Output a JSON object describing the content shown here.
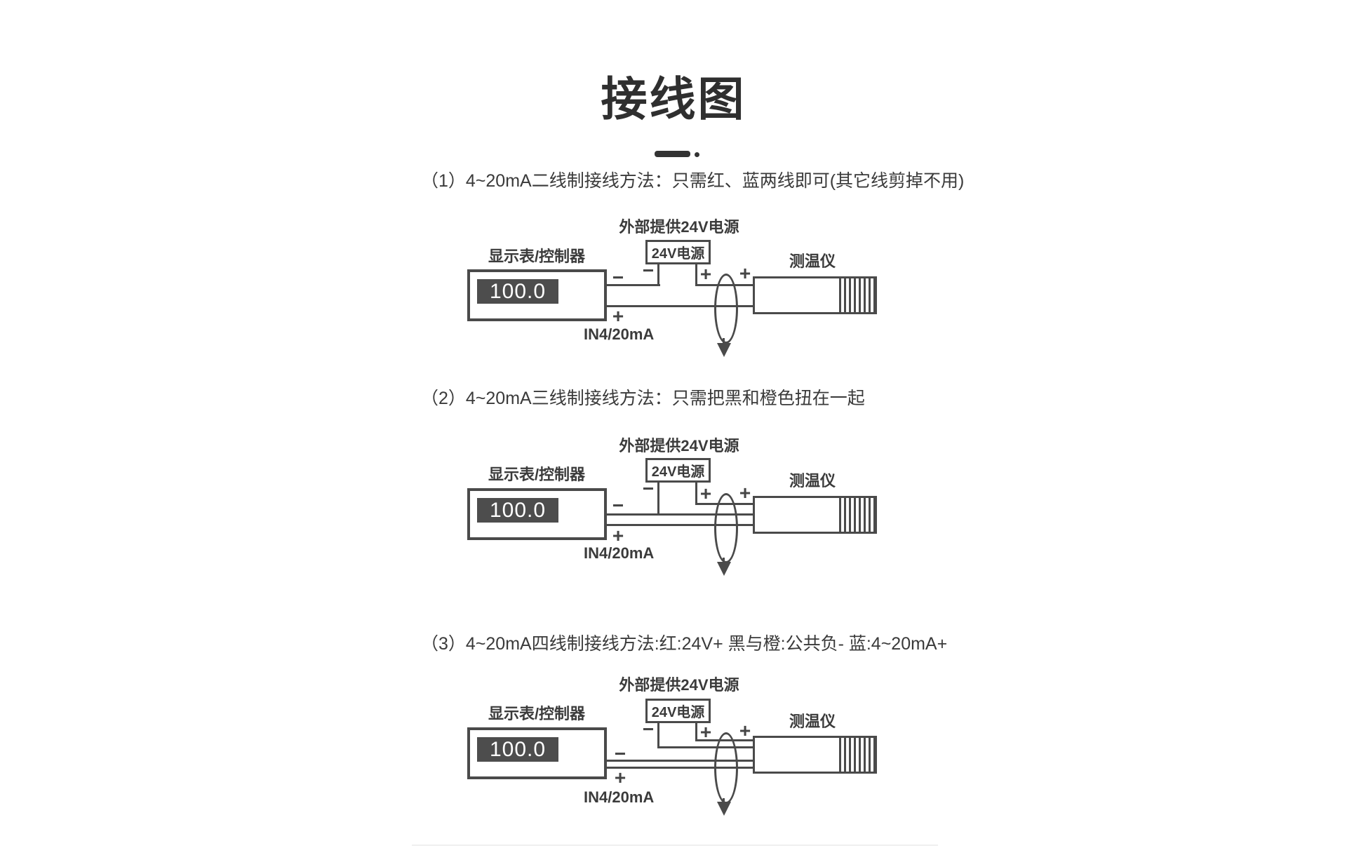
{
  "page": {
    "title": "接线图"
  },
  "signs": {
    "plus": "+",
    "minus": "−"
  },
  "labels": {
    "ext_power": "外部提供24V电源",
    "psu": "24V电源",
    "controller": "显示表/控制器",
    "display_value": "100.0",
    "sensor": "测温仪",
    "input": "IN4/20mA"
  },
  "sections": [
    {
      "heading": "（1）4~20mA二线制接线方法：只需红、蓝两线即可(其它线剪掉不用)"
    },
    {
      "heading": "（2）4~20mA三线制接线方法：只需把黑和橙色扭在一起"
    },
    {
      "heading": "（3）4~20mA四线制接线方法:红:24V+ 黑与橙:公共负- 蓝:4~20mA+"
    }
  ],
  "colors": {
    "stroke": "#4a4a4a",
    "readout_bg": "#4d4d4d",
    "text": "#3b3b3b"
  }
}
